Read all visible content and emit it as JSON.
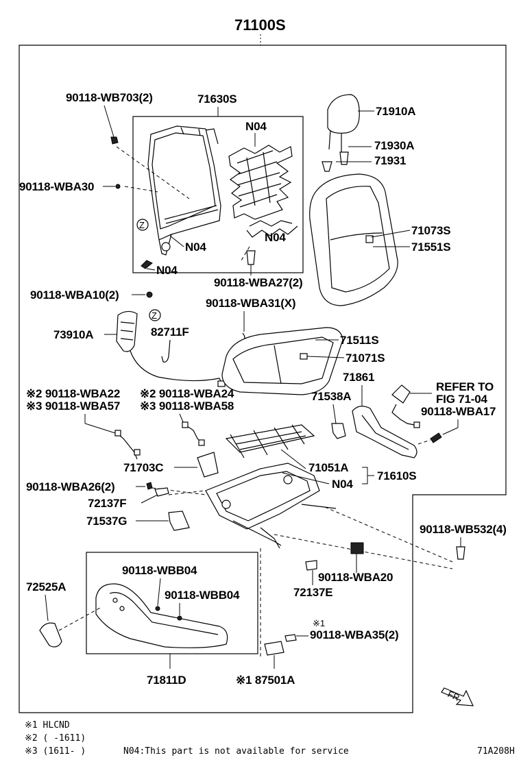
{
  "labels": {
    "assy": "71100S",
    "l_90118_wb703": "90118-WB703(2)",
    "l_71630s": "71630S",
    "l_71910a": "71910A",
    "l_71930a": "71930A",
    "l_71931": "71931",
    "l_90118_wba30": "90118-WBA30",
    "l_n04_a": "N04",
    "l_n04_b": "N04",
    "l_n04_c": "N04",
    "l_n04_d": "N04",
    "l_z1": "Z",
    "l_z2": "Z",
    "l_71073s": "71073S",
    "l_71551s": "71551S",
    "l_90118_wba27": "90118-WBA27(2)",
    "l_90118_wba10": "90118-WBA10(2)",
    "l_90118_wba31": "90118-WBA31(X)",
    "l_73910a": "73910A",
    "l_82711f": "82711F",
    "l_71511s": "71511S",
    "l_71071s": "71071S",
    "l_71861": "71861",
    "l_refer1": "REFER TO",
    "l_refer2": "FIG 71-04",
    "l_w2_1": "※2 90118-WBA22",
    "l_w3_1": "※3 90118-WBA57",
    "l_w2_2": "※2 90118-WBA24",
    "l_w3_2": "※3 90118-WBA58",
    "l_71538a": "71538A",
    "l_90118_wba17": "90118-WBA17",
    "l_71703c": "71703C",
    "l_71051a": "71051A",
    "l_71610s": "71610S",
    "l_n04_e": "N04",
    "l_90118_wba26": "90118-WBA26(2)",
    "l_72137f": "72137F",
    "l_71537g": "71537G",
    "l_90118_wb532": "90118-WB532(4)",
    "l_90118_wbb04a": "90118-WBB04",
    "l_90118_wbb04b": "90118-WBB04",
    "l_72525a": "72525A",
    "l_90118_wba20": "90118-WBA20",
    "l_72137e": "72137E",
    "l_note1_top": "※1",
    "l_90118_wba35": "90118-WBA35(2)",
    "l_71811d": "71811D",
    "l_87501a": "※1 87501A",
    "l_fr": "FR"
  },
  "footer": {
    "note1": "※1 HLCND",
    "note2": "※2 (     -1611)",
    "note3": "※3 (1611-     )",
    "n04_note": "N04:This part is not available for service",
    "fig_code": "71A208H"
  }
}
